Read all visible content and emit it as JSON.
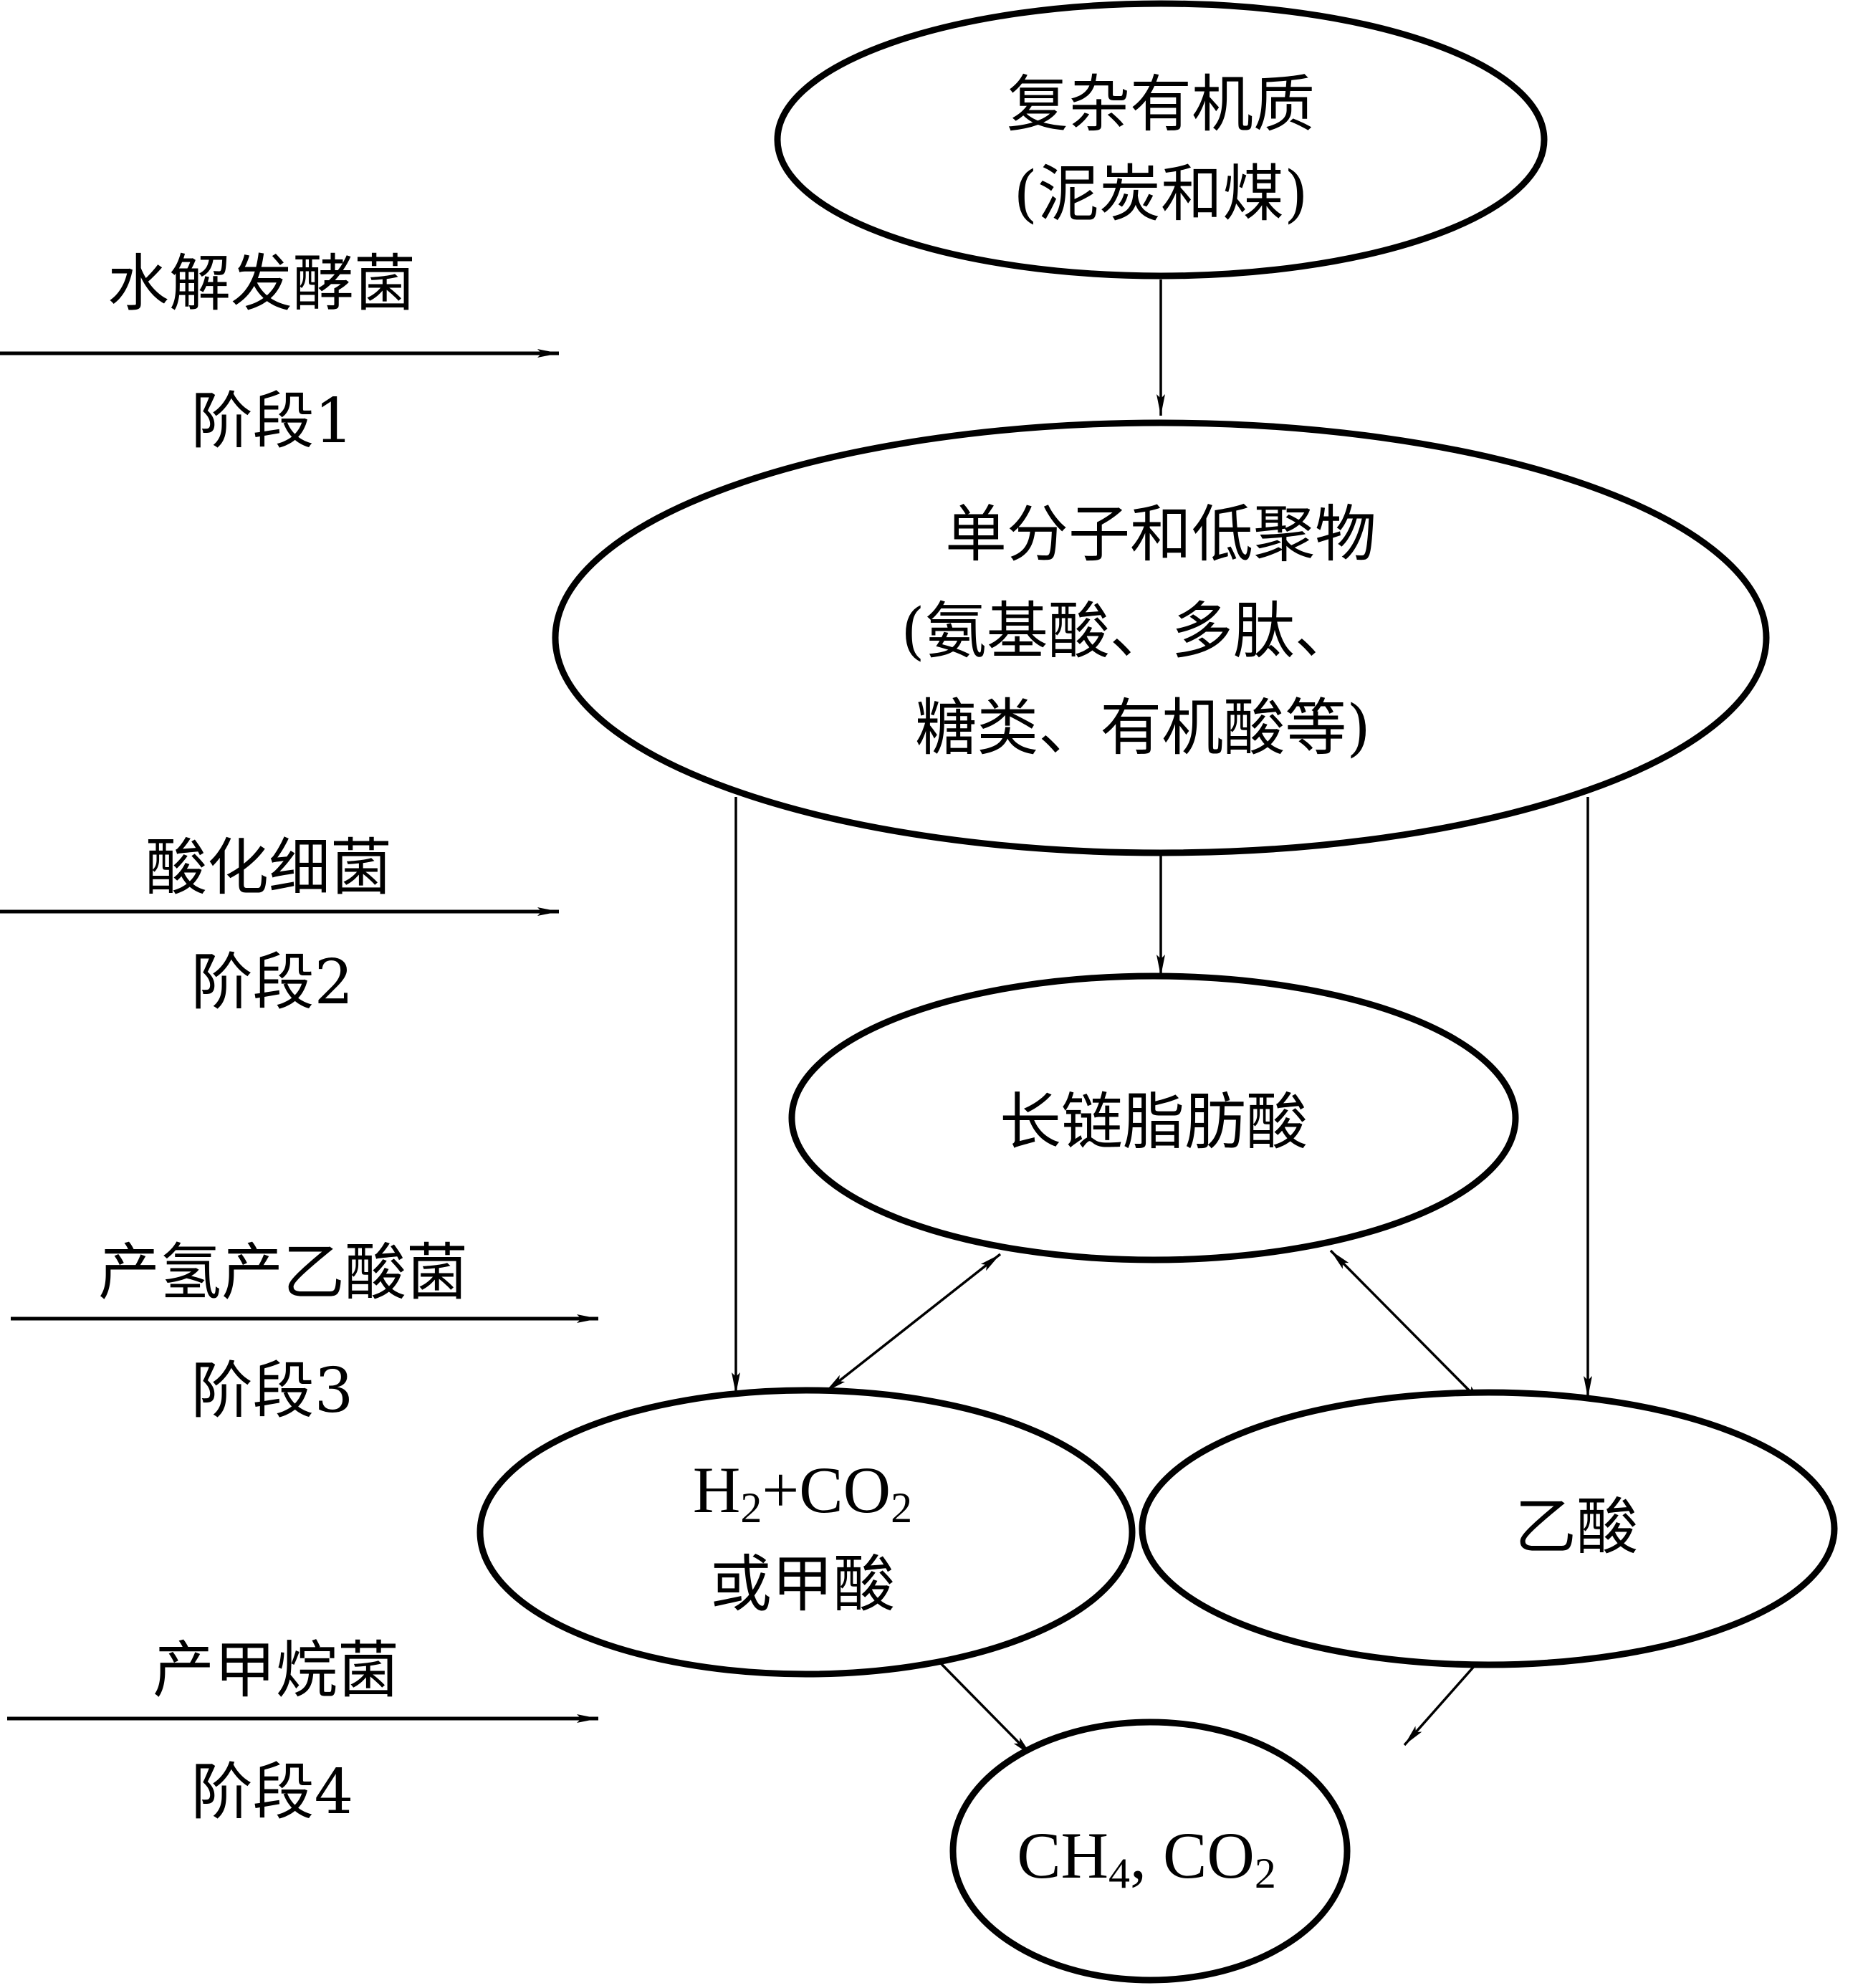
{
  "diagram": {
    "title": "",
    "colors": {
      "stroke": "#000000",
      "background": "#ffffff"
    },
    "stages": [
      {
        "id": "stage1",
        "bacteria": "水解发酵菌",
        "label": "阶段1"
      },
      {
        "id": "stage2",
        "bacteria": "酸化细菌",
        "label": "阶段2"
      },
      {
        "id": "stage3",
        "bacteria": "产氢产乙酸菌",
        "label": "阶段3"
      },
      {
        "id": "stage4",
        "bacteria": "产甲烷菌",
        "label": "阶段4"
      }
    ],
    "nodes": [
      {
        "id": "complex-organic",
        "lines": [
          "复杂有机质",
          "(泥炭和煤)"
        ]
      },
      {
        "id": "monomers",
        "lines": [
          "单分子和低聚物",
          "(氨基酸、多肽、",
          "糖类、有机酸等)"
        ]
      },
      {
        "id": "fatty-acid",
        "lines": [
          "长链脂肪酸"
        ]
      },
      {
        "id": "h2-co2",
        "formula": {
          "a": "H",
          "a_sub": "2",
          "plus": "+CO",
          "b_sub": "2"
        },
        "lines": [
          "或甲酸"
        ]
      },
      {
        "id": "acetic-acid",
        "lines": [
          "乙酸"
        ]
      },
      {
        "id": "ch4-co2",
        "formula": {
          "a": "CH",
          "a_sub": "4",
          "sep": ", CO",
          "b_sub": "2"
        }
      }
    ],
    "edges": [
      {
        "from": "complex-organic",
        "to": "monomers",
        "type": "directed"
      },
      {
        "from": "monomers",
        "to": "fatty-acid",
        "type": "directed"
      },
      {
        "from": "monomers",
        "to": "h2-co2",
        "type": "directed"
      },
      {
        "from": "monomers",
        "to": "acetic-acid",
        "type": "directed"
      },
      {
        "from": "fatty-acid",
        "to": "h2-co2",
        "type": "bidirectional"
      },
      {
        "from": "fatty-acid",
        "to": "acetic-acid",
        "type": "bidirectional"
      },
      {
        "from": "h2-co2",
        "to": "ch4-co2",
        "type": "directed"
      },
      {
        "from": "acetic-acid",
        "to": "ch4-co2",
        "type": "directed"
      }
    ]
  }
}
